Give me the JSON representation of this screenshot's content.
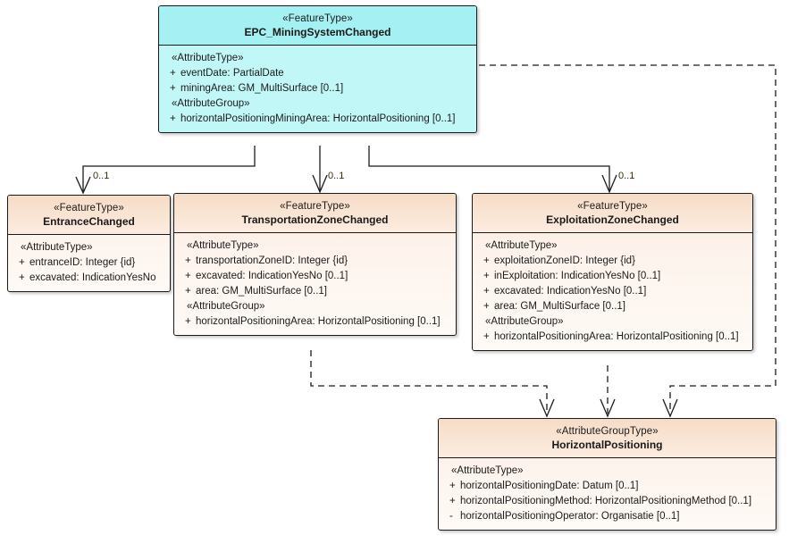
{
  "diagram": {
    "title": "EPC Mining System Changed UML class diagram",
    "type": "uml-class-diagram",
    "colors": {
      "cyan_fill": "#c2f7f8",
      "cyan_header": "#a5f0f2",
      "peach_fill": "#fdf3ec",
      "peach_header": "#f6dcc6",
      "border": "#1a1a1a",
      "label": "#3a2a10",
      "background": "#ffffff"
    }
  },
  "classes": {
    "epc": {
      "stereotype": "«FeatureType»",
      "name": "EPC_MiningSystemChanged",
      "groups": [
        {
          "label": "«AttributeType»",
          "attributes": [
            {
              "visibility": "+",
              "text": "eventDate: PartialDate"
            },
            {
              "visibility": "+",
              "text": "miningArea: GM_MultiSurface [0..1]"
            }
          ]
        },
        {
          "label": "«AttributeGroup»",
          "attributes": [
            {
              "visibility": "+",
              "text": "horizontalPositioningMiningArea: HorizontalPositioning [0..1]"
            }
          ]
        }
      ]
    },
    "entrance": {
      "stereotype": "«FeatureType»",
      "name": "EntranceChanged",
      "groups": [
        {
          "label": "«AttributeType»",
          "attributes": [
            {
              "visibility": "+",
              "text": "entranceID: Integer {id}"
            },
            {
              "visibility": "+",
              "text": "excavated: IndicationYesNo"
            }
          ]
        }
      ]
    },
    "transport": {
      "stereotype": "«FeatureType»",
      "name": "TransportationZoneChanged",
      "groups": [
        {
          "label": "«AttributeType»",
          "attributes": [
            {
              "visibility": "+",
              "text": "transportationZoneID: Integer {id}"
            },
            {
              "visibility": "+",
              "text": "excavated: IndicationYesNo [0..1]"
            },
            {
              "visibility": "+",
              "text": "area: GM_MultiSurface [0..1]"
            }
          ]
        },
        {
          "label": "«AttributeGroup»",
          "attributes": [
            {
              "visibility": "+",
              "text": "horizontalPositioningArea: HorizontalPositioning [0..1]"
            }
          ]
        }
      ]
    },
    "exploit": {
      "stereotype": "«FeatureType»",
      "name": "ExploitationZoneChanged",
      "groups": [
        {
          "label": "«AttributeType»",
          "attributes": [
            {
              "visibility": "+",
              "text": "exploitationZoneID: Integer {id}"
            },
            {
              "visibility": "+",
              "text": "inExploitation: IndicationYesNo [0..1]"
            },
            {
              "visibility": "+",
              "text": "excavated: IndicationYesNo [0..1]"
            },
            {
              "visibility": "+",
              "text": "area: GM_MultiSurface [0..1]"
            }
          ]
        },
        {
          "label": "«AttributeGroup»",
          "attributes": [
            {
              "visibility": "+",
              "text": "horizontalPositioningArea: HorizontalPositioning [0..1]"
            }
          ]
        }
      ]
    },
    "horizontal": {
      "stereotype": "«AttributeGroupType»",
      "name": "HorizontalPositioning",
      "groups": [
        {
          "label": "«AttributeType»",
          "attributes": [
            {
              "visibility": "+",
              "text": "horizontalPositioningDate: Datum [0..1]"
            },
            {
              "visibility": "+",
              "text": "horizontalPositioningMethod: HorizontalPositioningMethod [0..1]"
            },
            {
              "visibility": "-",
              "text": "horizontalPositioningOperator: Organisatie [0..1]"
            }
          ]
        }
      ]
    }
  },
  "connectors": [
    {
      "id": "epc-entrance",
      "from": "epc",
      "to": "entrance",
      "style": "solid",
      "arrow": "open",
      "multiplicity": "0..1"
    },
    {
      "id": "epc-transport",
      "from": "epc",
      "to": "transport",
      "style": "solid",
      "arrow": "open",
      "multiplicity": "0..1"
    },
    {
      "id": "epc-exploit",
      "from": "epc",
      "to": "exploit",
      "style": "solid",
      "arrow": "open",
      "multiplicity": "0..1"
    },
    {
      "id": "transport-horizontal",
      "from": "transport",
      "to": "horizontal",
      "style": "dashed",
      "arrow": "open",
      "multiplicity": ""
    },
    {
      "id": "exploit-horizontal",
      "from": "exploit",
      "to": "horizontal",
      "style": "dashed",
      "arrow": "open",
      "multiplicity": ""
    },
    {
      "id": "epc-horizontal",
      "from": "epc",
      "to": "horizontal",
      "style": "dashed",
      "arrow": "open",
      "multiplicity": ""
    }
  ]
}
